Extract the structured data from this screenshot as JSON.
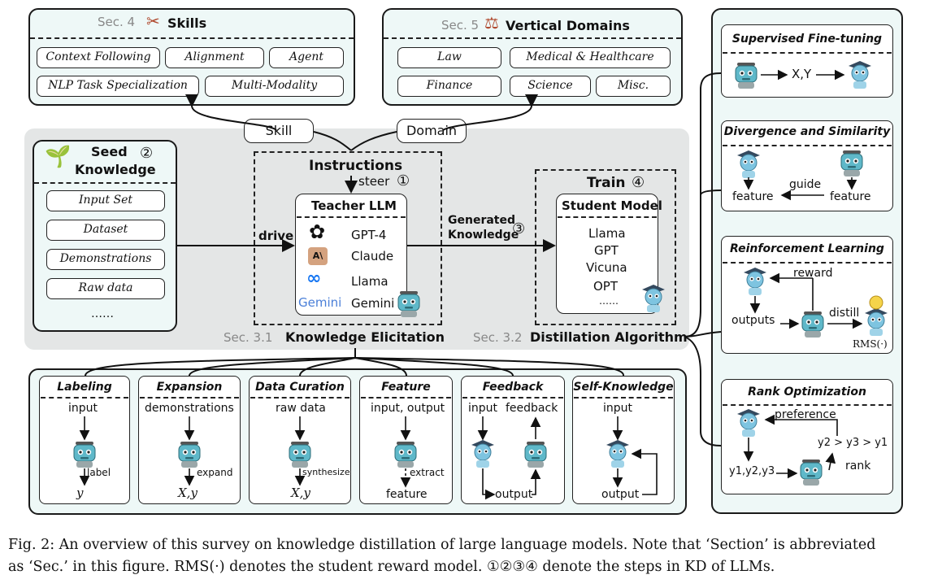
{
  "skills": {
    "sec": "Sec. 4",
    "title": "Skills",
    "items": [
      "Context Following",
      "Alignment",
      "Agent",
      "NLP Task Specialization",
      "Multi-Modality"
    ]
  },
  "domains": {
    "sec": "Sec. 5",
    "title": "Vertical Domains",
    "items": [
      "Law",
      "Medical & Healthcare",
      "Finance",
      "Science",
      "Misc."
    ]
  },
  "connectors": {
    "skill": "Skill",
    "domain": "Domain"
  },
  "seed": {
    "title_line1": "Seed",
    "title_line2": "Knowledge",
    "step": "②",
    "items": [
      "Input Set",
      "Dataset",
      "Demonstrations",
      "Raw data"
    ],
    "more": "……"
  },
  "elicitation": {
    "instructions": "Instructions",
    "steer": "steer",
    "step": "①",
    "drive": "drive",
    "teacher_title": "Teacher LLM",
    "teachers": [
      "GPT-4",
      "Claude",
      "Llama",
      "Gemini"
    ],
    "gemini_logo": "Gemini",
    "claude_logo": "A\\",
    "sec": "Sec. 3.1",
    "title": "Knowledge Elicitation"
  },
  "generated": {
    "line1": "Generated",
    "line2": "Knowledge",
    "step": "③"
  },
  "train": {
    "title": "Train",
    "step": "④",
    "student_title": "Student Model",
    "students": [
      "Llama",
      "GPT",
      "Vicuna",
      "OPT"
    ],
    "more": "……"
  },
  "distill": {
    "sec": "Sec. 3.2",
    "title": "Distillation Algorithm"
  },
  "methods": [
    {
      "title": "Labeling",
      "input": "input",
      "action": "label",
      "output": "y"
    },
    {
      "title": "Expansion",
      "input": "demonstrations",
      "action": "expand",
      "output": "X,y"
    },
    {
      "title": "Data Curation",
      "input": "raw data",
      "action": "synthesize",
      "output": "X,y"
    },
    {
      "title": "Feature",
      "input": "input, output",
      "action": "extract",
      "output": "feature"
    },
    {
      "title": "Feedback",
      "input": "input",
      "input2": "feedback",
      "output": "output"
    },
    {
      "title": "Self-Knowledge",
      "input": "input",
      "output": "output"
    }
  ],
  "algorithms": {
    "sft": {
      "title": "Supervised Fine-tuning",
      "label": "X,Y"
    },
    "div": {
      "title": "Divergence and Similarity",
      "feature1": "feature",
      "feature2": "feature",
      "guide": "guide"
    },
    "rl": {
      "title": "Reinforcement Learning",
      "reward": "reward",
      "outputs": "outputs",
      "distill": "distill",
      "rm": "RMS(·)"
    },
    "rank": {
      "title": "Rank Optimization",
      "preference": "preference",
      "order": "y2 > y3 > y1",
      "rank": "rank",
      "ys": "y1,y2,y3"
    }
  },
  "caption": {
    "line1": "Fig. 2: An overview of this survey on knowledge distillation of large language models. Note that ‘Section’ is abbreviated",
    "line2": "as ‘Sec.’ in this figure. RMS(·) denotes the student reward model. ①②③④ denote the steps in KD of LLMs."
  },
  "colors": {
    "panel": "#eef8f7",
    "gray_panel": "#e4e6e6",
    "robot_teacher": "#5fb8c9",
    "robot_student": "#7ec4e0"
  }
}
